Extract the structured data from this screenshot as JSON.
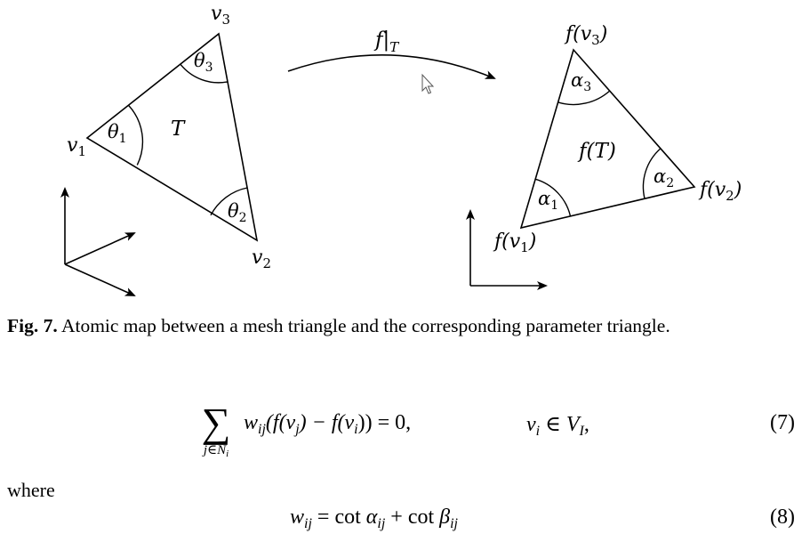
{
  "figure": {
    "left": {
      "v1": "v",
      "v1_sub": "1",
      "v2": "v",
      "v2_sub": "2",
      "v3": "v",
      "v3_sub": "3",
      "theta1": "θ",
      "theta1_sub": "1",
      "theta2": "θ",
      "theta2_sub": "2",
      "theta3": "θ",
      "theta3_sub": "3",
      "triangle": "T"
    },
    "map": {
      "f": "f",
      "bar": "|",
      "sub": "T"
    },
    "right": {
      "fv1_pre": "f(v",
      "fv1_sub": "1",
      "fv1_post": ")",
      "fv2_pre": "f(v",
      "fv2_sub": "2",
      "fv2_post": ")",
      "fv3_pre": "f(v",
      "fv3_sub": "3",
      "fv3_post": ")",
      "alpha1": "α",
      "alpha1_sub": "1",
      "alpha2": "α",
      "alpha2_sub": "2",
      "alpha3": "α",
      "alpha3_sub": "3",
      "triangle": "f(T)"
    }
  },
  "caption": {
    "label": "Fig. 7.",
    "text": "Atomic map between a mesh triangle and the corresponding parameter triangle."
  },
  "eq7": {
    "sum": "∑",
    "under": "j∈N",
    "under_sub": "i",
    "w": "w",
    "w_sub": "ij",
    "body1": "(f(v",
    "sub_j": "j",
    "body2": ") − f(v",
    "sub_i": "i",
    "body3": ")) = 0,",
    "cond_v": "v",
    "cond_v_sub": "i",
    "cond_in": " ∈ V",
    "cond_V_sub": "I",
    "cond_end": ",",
    "number": "(7)"
  },
  "where": "where",
  "eq8": {
    "w": "w",
    "w_sub": "ij",
    "eq": " = ",
    "cot1": "cot ",
    "alpha": "α",
    "alpha_sub": "ij",
    "plus": " + ",
    "cot2": "cot ",
    "beta": "β",
    "beta_sub": "ij",
    "number": "(8)"
  }
}
